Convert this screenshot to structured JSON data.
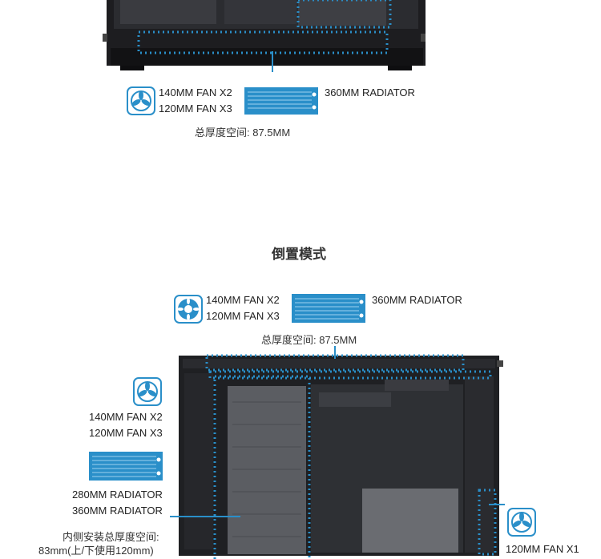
{
  "top_section": {
    "fan_line1": "140MM FAN X2",
    "fan_line2": "120MM FAN X3",
    "radiator_label": "360MM RADIATOR",
    "thickness": "总厚度空间: 87.5MM"
  },
  "inverted_section": {
    "title": "倒置模式",
    "top_fan_line1": "140MM FAN X2",
    "top_fan_line2": "120MM FAN X3",
    "top_radiator_label": "360MM RADIATOR",
    "top_thickness": "总厚度空间: 87.5MM",
    "side_fan_line1": "140MM FAN X2",
    "side_fan_line2": "120MM FAN X3",
    "side_radiator_line1": "280MM RADIATOR",
    "side_radiator_line2": "360MM RADIATOR",
    "inner_thickness_line1": "内侧安装总厚度空间:",
    "inner_thickness_line2": "83mm(上/下使用120mm)",
    "right_fan_label": "120MM FAN X1"
  },
  "colors": {
    "accent": "#2a8fc9",
    "case_dark": "#1c1c1e"
  }
}
